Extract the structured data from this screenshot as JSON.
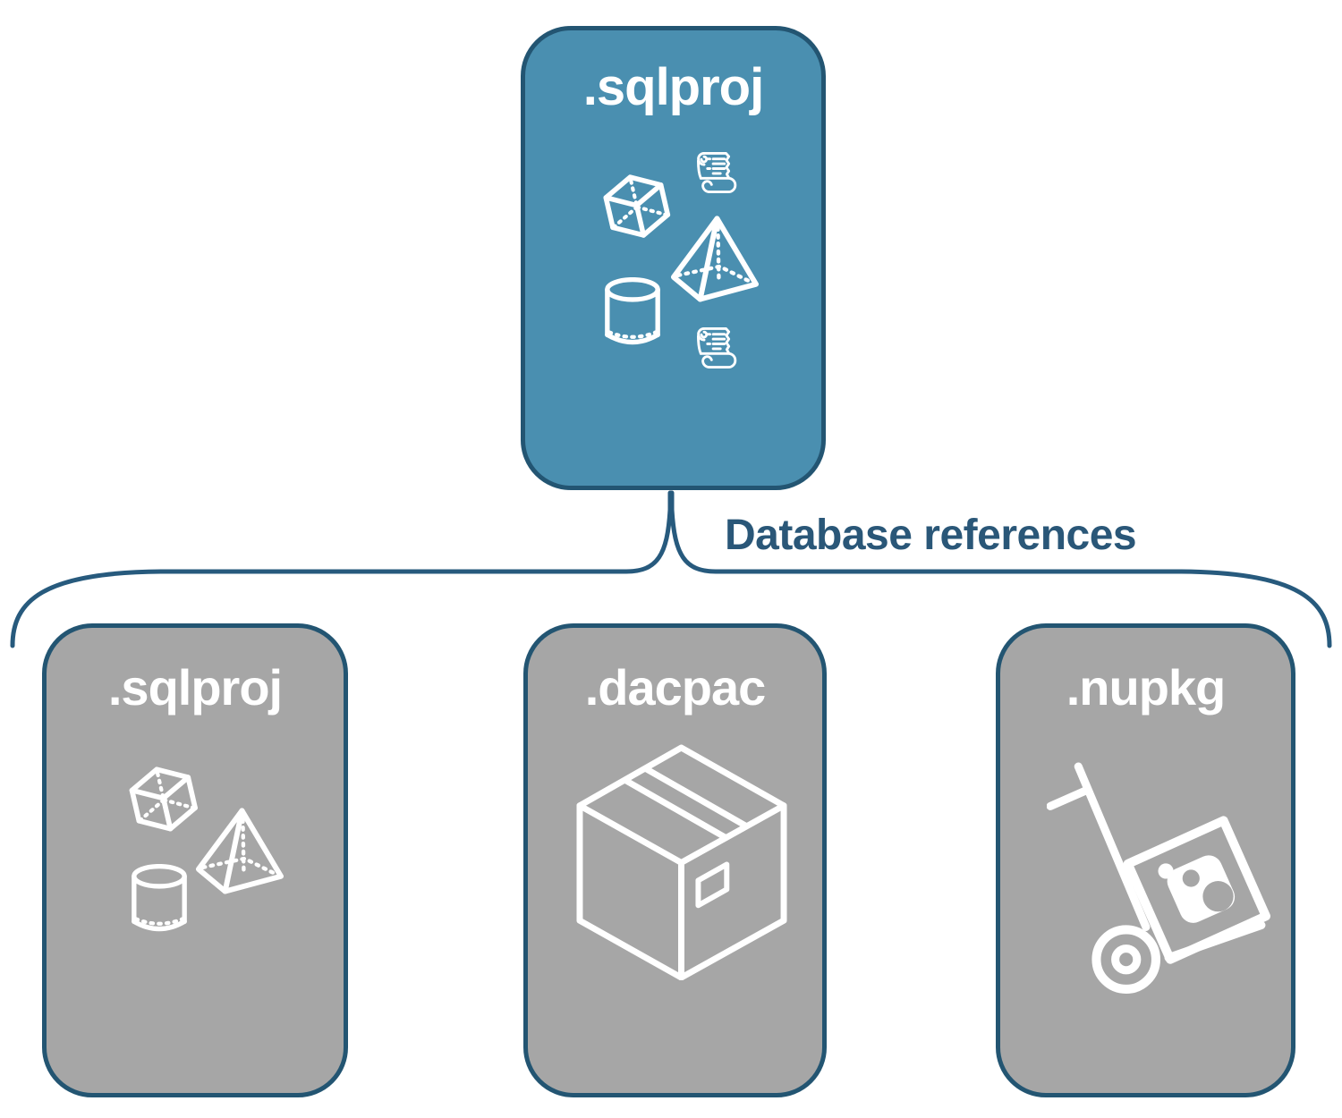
{
  "diagram": {
    "connector_label": "Database references",
    "root": {
      "title": ".sqlproj",
      "icons": [
        "scroll-icon",
        "cube-icon",
        "pyramid-icon",
        "cylinder-icon",
        "scroll-icon"
      ]
    },
    "children": [
      {
        "title": ".sqlproj",
        "icons": [
          "cube-icon",
          "pyramid-icon",
          "cylinder-icon"
        ]
      },
      {
        "title": ".dacpac",
        "icons": [
          "package-box-icon"
        ]
      },
      {
        "title": ".nupkg",
        "icons": [
          "hand-truck-nuget-icon"
        ]
      }
    ],
    "colors": {
      "root_fill": "#4a8fb0",
      "child_fill": "#a6a6a6",
      "card_border": "#235572",
      "connector_line": "#275a7d",
      "label_text": "#2a5778",
      "icon_stroke": "#ffffff"
    }
  }
}
